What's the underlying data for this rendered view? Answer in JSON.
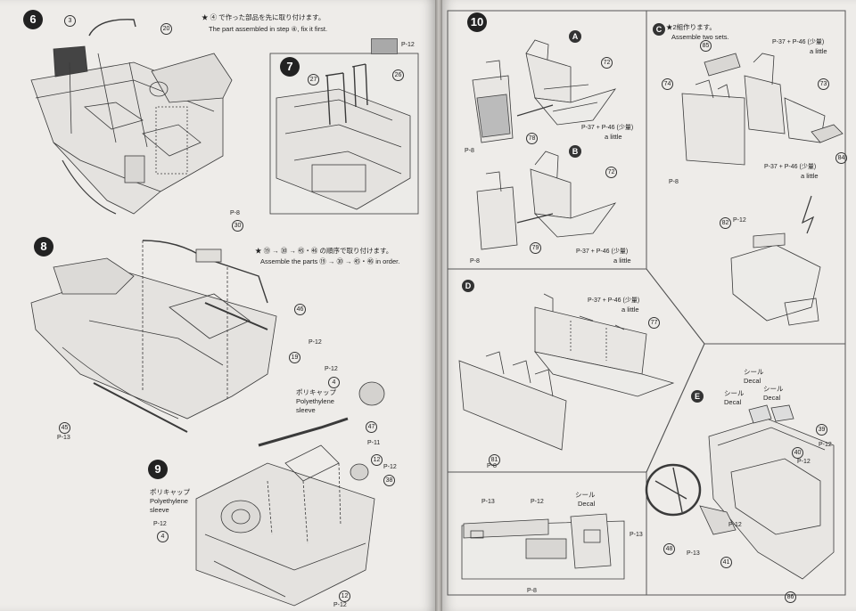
{
  "steps": {
    "s6": "6",
    "s7": "7",
    "s8": "8",
    "s9": "9",
    "s10": "10"
  },
  "letters": {
    "a": "A",
    "b": "B",
    "c": "C",
    "d": "D",
    "e": "E"
  },
  "parts": {
    "p3": "3",
    "p20": "20",
    "p26": "26",
    "p27": "27",
    "p30": "30",
    "p46": "46",
    "p19": "19",
    "p45": "45",
    "p4a": "4",
    "p47": "47",
    "p12a": "12",
    "p38": "38",
    "p4b": "4",
    "p12b": "12",
    "p72a": "72",
    "p78": "78",
    "p72b": "72",
    "p79": "79",
    "p85": "85",
    "p74": "74",
    "p73": "73",
    "p84": "84",
    "p82": "82",
    "p77": "77",
    "p81": "81",
    "p39": "39",
    "p40": "40",
    "p48": "48",
    "p41": "41",
    "p86": "86"
  },
  "notes": {
    "step6_jp": "★ ④ で作った部品を先に取り付けます。",
    "step6_en": "The part assembled in step ④, fix it first.",
    "step8_jp": "★ ⑲ → ㉚ → ㊺・㊻ の順序で取り付けます。",
    "step8_en": "Assemble the parts ⑲ → ㉚ → ㊺・㊻ in order.",
    "sleeve_jp": "ポリキャップ",
    "sleeve_en1": "Polyethylene",
    "sleeve_en2": "sleeve",
    "c_jp": "★2組作ります。",
    "c_en": "Assemble two sets.",
    "a_little": "a little",
    "decal_jp": "シール",
    "decal_en": "Decal"
  },
  "refs": {
    "r_step6": "P-12",
    "r_30": "P-8",
    "r_46": "P-12",
    "r_45": "P-13",
    "r_4a": "P-12",
    "r_47": "P-11",
    "r_12": "P-12",
    "r_4b": "P-12",
    "r_12b": "P-12",
    "r_a_paint": "P-37 + P-46 (少量)",
    "r_a_left": "P-8",
    "r_b_paint": "P-37 + P-46 (少量)",
    "r_b_left": "P-8",
    "r_c_top": "P-37 + P-46 (少量)",
    "r_c_bottom": "P-37 + P-46 (少量)",
    "r_c_left": "P-8",
    "r_82": "P-12",
    "r_d_top": "P-37 + P-46 (少量)",
    "r_81": "P-8",
    "r_panel_left": "P-13",
    "r_panel_mid": "P-12",
    "r_panel_right": "P-13",
    "r_panel_bottom": "P-8",
    "r_e_39": "P-12",
    "r_e_40": "P-12",
    "r_e_48": "P-13",
    "r_e_41": "P-12"
  }
}
